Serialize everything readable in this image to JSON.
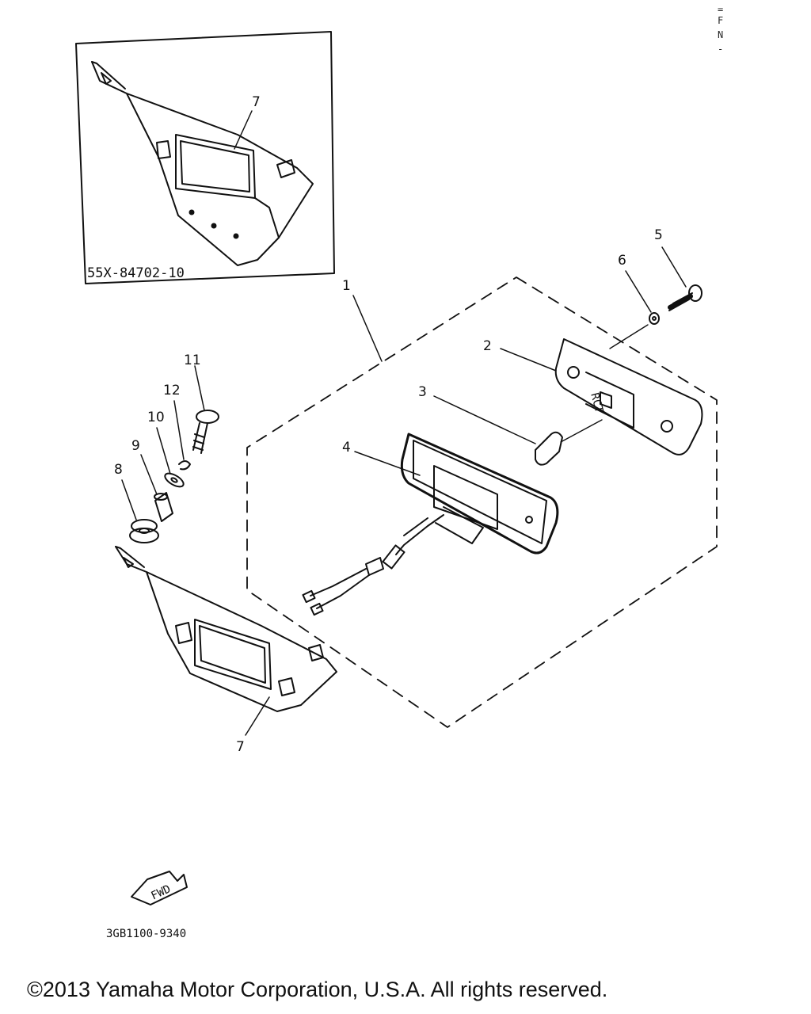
{
  "diagram": {
    "inset_part_number": "55X-84702-10",
    "drawing_code": "3GB1100-9340",
    "fwd_label": "FWD",
    "bulb_stamp": "RCT",
    "callouts": [
      "1",
      "2",
      "3",
      "4",
      "5",
      "6",
      "7",
      "7",
      "8",
      "9",
      "10",
      "11",
      "12"
    ]
  },
  "edge_marks": [
    "=",
    "F",
    "N",
    "-"
  ],
  "footer": {
    "copyright": "©2013 Yamaha Motor Corporation, U.S.A. All rights reserved."
  }
}
